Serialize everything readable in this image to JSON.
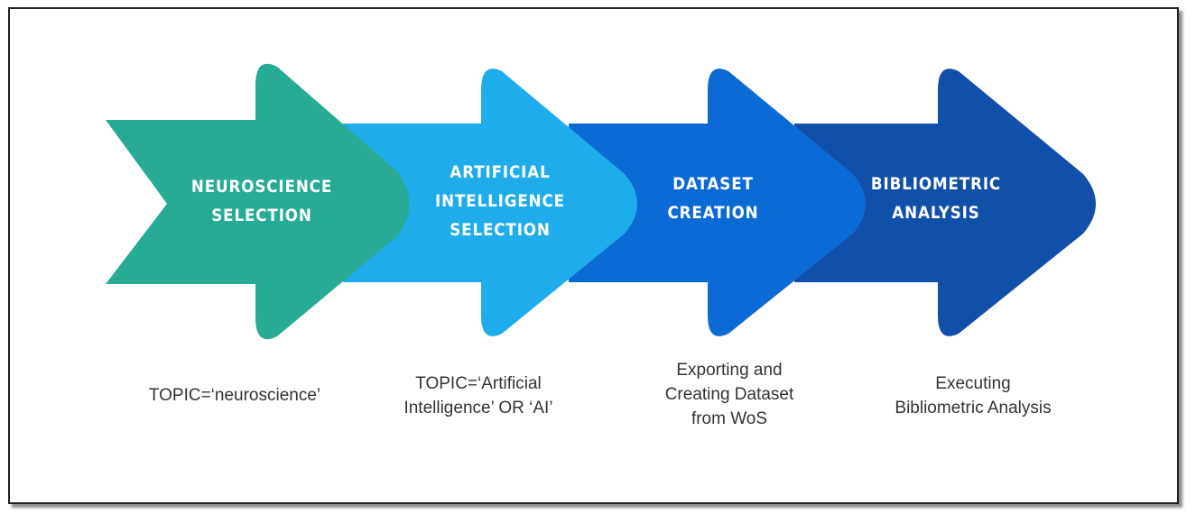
{
  "diagram": {
    "steps": [
      {
        "title": "NEUROSCIENCE\nSELECTION",
        "description": "TOPIC=‘neuroscience’",
        "color": "#27AB94"
      },
      {
        "title": "ARTIFICIAL\nINTELLIGENCE\nSELECTION",
        "description": "TOPIC=‘Artificial\nIntelligence’ OR ‘AI’",
        "color": "#1EADEA"
      },
      {
        "title": "DATASET\nCREATION",
        "description": "Exporting and\nCreating Dataset\nfrom WoS",
        "color": "#0C6AD5"
      },
      {
        "title": "BIBLIOMETRIC\nANALYSIS",
        "description": "Executing\nBibliometric Analysis",
        "color": "#1150A8"
      }
    ]
  }
}
